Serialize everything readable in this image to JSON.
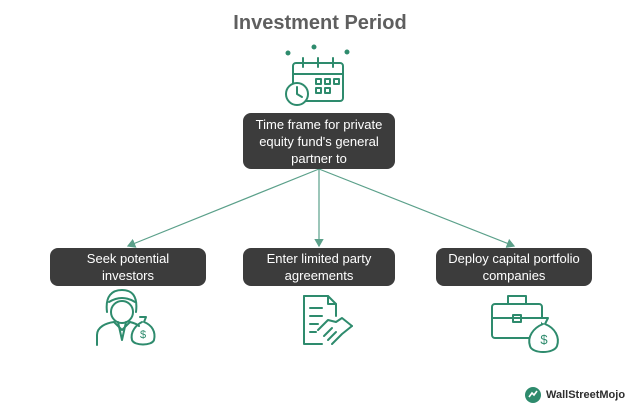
{
  "title": "Investment Period",
  "top_node": "Time frame for private equity fund's general partner to",
  "children": [
    {
      "label": "Seek potential investors",
      "icon": "investor-money-bag-icon"
    },
    {
      "label": "Enter limited party agreements",
      "icon": "agreement-handshake-icon"
    },
    {
      "label": "Deploy capital portfolio companies",
      "icon": "briefcase-money-bag-icon"
    }
  ],
  "top_icon": "calendar-clock-icon",
  "brand": {
    "name": "WallStreetMojo",
    "icon": "wallstreetmojo-logo-icon"
  },
  "colors": {
    "accent": "#2e8b6d",
    "box": "#3c3c3c",
    "title": "#5f5f5f",
    "connector": "#5ba08a"
  }
}
